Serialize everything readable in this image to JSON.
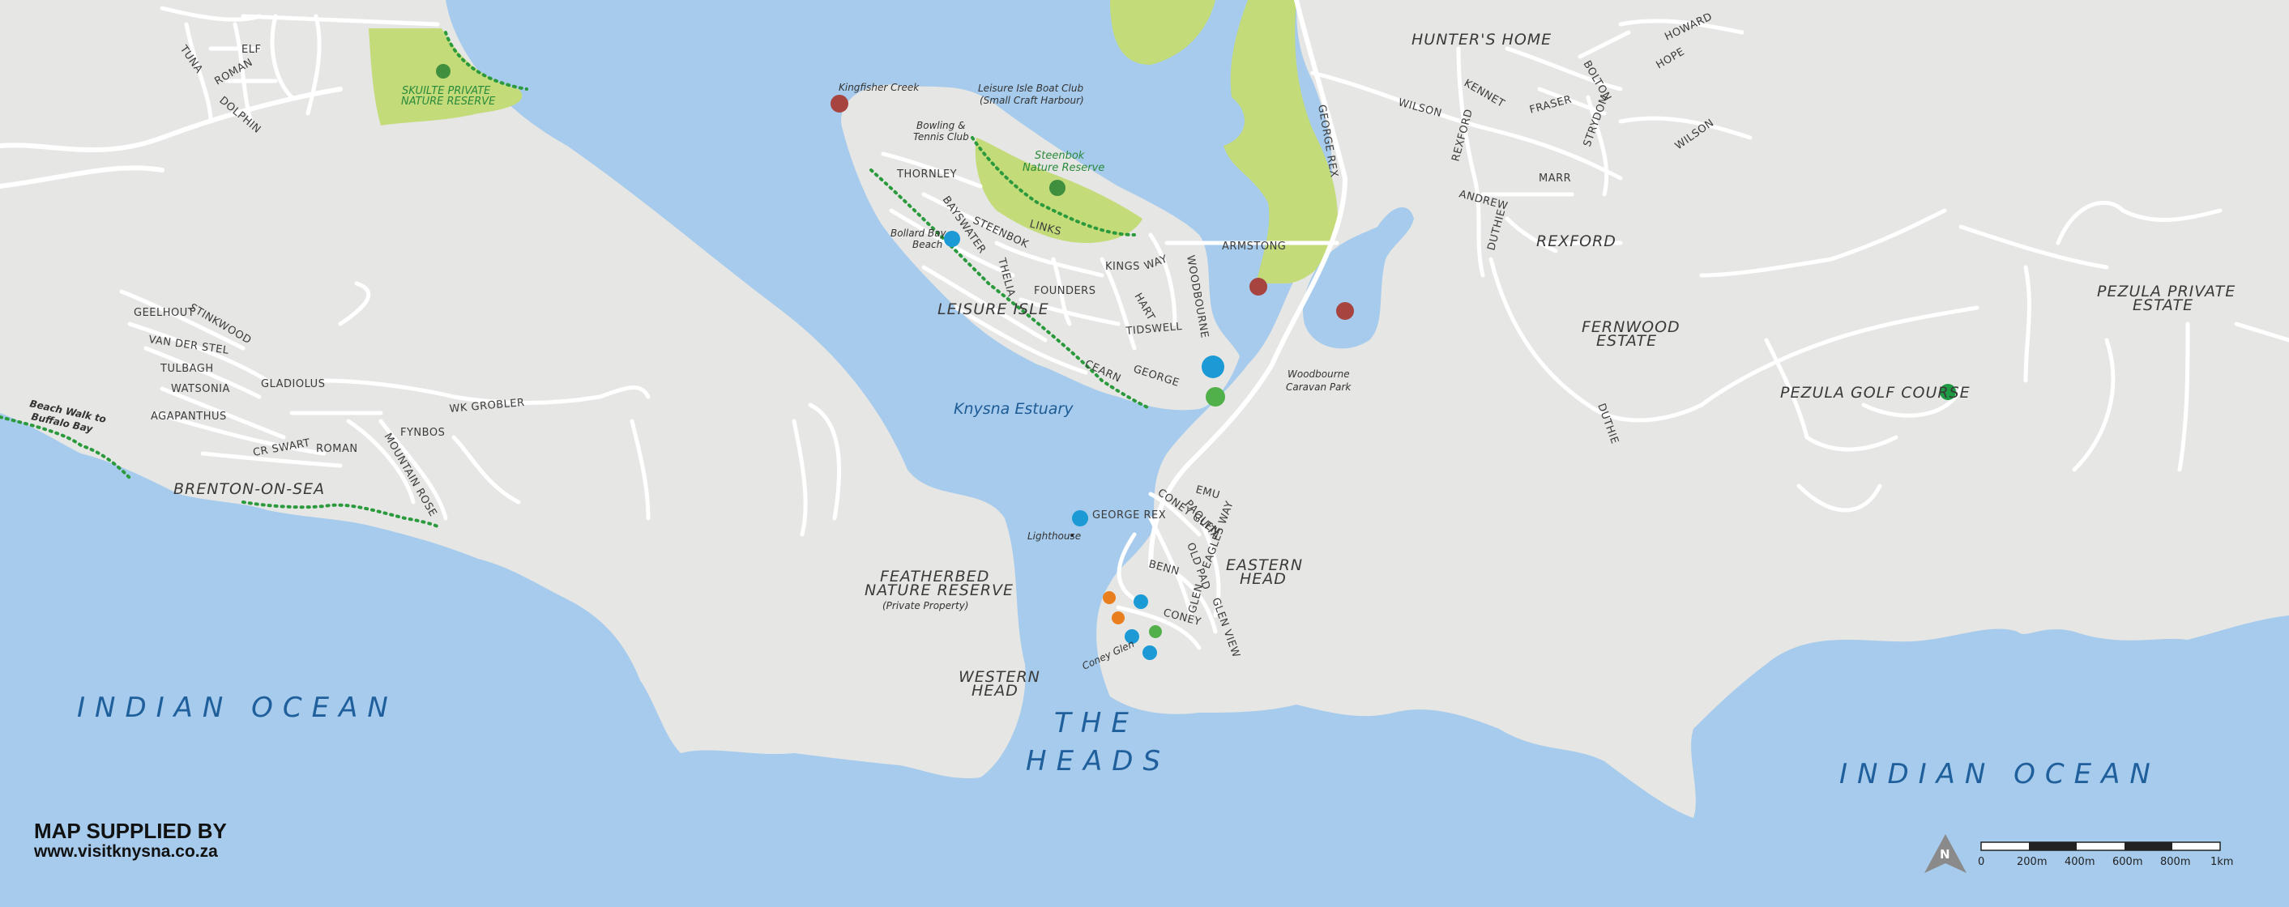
{
  "map": {
    "places": {
      "hunters_home": "HUNTER'S HOME",
      "rexford": "REXFORD",
      "fernwood_1": "FERNWOOD",
      "fernwood_2": "ESTATE",
      "pezula_estate_1": "PEZULA PRIVATE",
      "pezula_estate_2": "ESTATE",
      "pezula_golf": "PEZULA GOLF COURSE",
      "leisure_isle": "LEISURE ISLE",
      "brenton": "BRENTON-ON-SEA",
      "featherbed_1": "FEATHERBED",
      "featherbed_2": "NATURE RESERVE",
      "featherbed_3": "(Private Property)",
      "western_1": "WESTERN",
      "western_2": "HEAD",
      "eastern_1": "EASTERN",
      "eastern_2": "HEAD",
      "the_heads_1": "THE",
      "the_heads_2": "HEADS",
      "woodbourne_1": "Woodbourne",
      "woodbourne_2": "Caravan Park"
    },
    "water": {
      "estuary": "Knysna Estuary",
      "ocean_west": "INDIAN  OCEAN",
      "ocean_east": "INDIAN  OCEAN"
    },
    "pois": {
      "kingfisher": "Kingfisher Creek",
      "boat_club_1": "Leisure Isle Boat Club",
      "boat_club_2": "(Small Craft Harbour)",
      "bowling_1": "Bowling &",
      "bowling_2": "Tennis Club",
      "steenbok_1": "Steenbok",
      "steenbok_2": "Nature Reserve",
      "bollard_1": "Bollard Bay",
      "bollard_2": "Beach",
      "skuilte_1": "SKUILTE PRIVATE",
      "skuilte_2": "NATURE RESERVE",
      "beach_walk_1": "Beach Walk to",
      "beach_walk_2": "Buffalo Bay",
      "lighthouse": "Lighthouse",
      "coney_glen": "Coney Glen"
    },
    "streets": {
      "tuna": "TUNA",
      "elf": "ELF",
      "roman_n": "ROMAN",
      "dolphin": "DOLPHIN",
      "geelhout": "GEELHOUT",
      "stinkwood": "STINKWOOD",
      "van_der_stel": "VAN DER STEL",
      "tulbagh": "TULBAGH",
      "watsonia": "WATSONIA",
      "gladiolus": "GLADIOLUS",
      "agapanthus": "AGAPANTHUS",
      "cr_swart": "CR SWART",
      "roman_s": "ROMAN",
      "fynbos": "FYNBOS",
      "mountain_rose": "MOUNTAIN ROSE",
      "wk_grobler": "WK GROBLER",
      "thornley": "THORNLEY",
      "bayswater": "BAYSWATER",
      "steenbok": "STEENBOK",
      "links": "LINKS",
      "thelia": "THELIA",
      "founders": "FOUNDERS",
      "kings": "KINGS",
      "way": "WAY",
      "woodbourne": "WOODBOURNE",
      "hart": "HART",
      "tidswell": "TIDSWELL",
      "george": "GEORGE",
      "cearn": "CEARN",
      "armstong": "ARMSTONG",
      "george_rex_n": "GEORGE REX",
      "george_rex_s": "GEORGE REX",
      "wilson_w": "WILSON",
      "kennet": "KENNET",
      "bolton": "BOLTON",
      "howard": "HOWARD",
      "hope": "HOPE",
      "fraser": "FRASER",
      "strydom": "STRYDOM",
      "wilson_e": "WILSON",
      "rexford_st": "REXFORD",
      "andrew": "ANDREW",
      "marr": "MARR",
      "duthie_n": "DUTHIE",
      "duthie_s": "DUTHIE",
      "emu": "EMU",
      "coney_glen_st": "CONEY GLEN",
      "paquita": "PAQUITA",
      "old_pad": "OLD PAD",
      "eagles_way": "EAGLES WAY",
      "benn": "BENN",
      "coney": "CONEY",
      "glen": "GLEN",
      "glen_view": "GLEN VIEW"
    },
    "scale": {
      "labels": [
        "0",
        "200m",
        "400m",
        "600m",
        "800m",
        "1km"
      ],
      "north": "N"
    },
    "colors": {
      "water": "#a6cbec",
      "land": "#e6e6e4",
      "green": "#c3db78",
      "road": "#ffffff",
      "trail": "#2a9a3c",
      "ocean_text": "#1f5f9c"
    },
    "icons": [
      "fishing-icon",
      "parking-icon",
      "picnic-icon",
      "beach-icon",
      "nature-reserve-icon",
      "golf-icon",
      "restaurant-icon"
    ]
  },
  "footer": {
    "supplied_by": "MAP SUPPLIED BY",
    "url": "www.visitknysna.co.za"
  }
}
